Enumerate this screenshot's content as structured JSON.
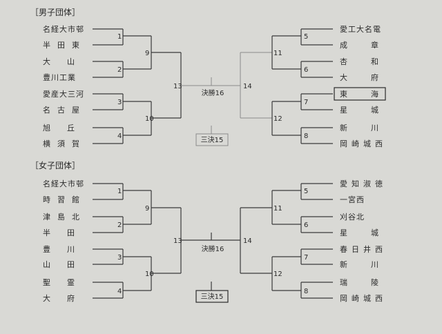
{
  "sections": [
    {
      "title": "［男子団体］",
      "left_teams": [
        "名経大市邨",
        "半田東",
        "大山",
        "豊川工業",
        "愛産大三河",
        "名古屋",
        "旭丘",
        "横須賀"
      ],
      "right_teams": [
        "愛工大名電",
        "成章",
        "杏和",
        "大府",
        "東海",
        "星城",
        "新川",
        "岡崎城西"
      ],
      "left_r1": [
        "1",
        "2",
        "3",
        "4"
      ],
      "right_r1": [
        "5",
        "6",
        "7",
        "8"
      ],
      "left_r2": [
        "9",
        "10"
      ],
      "right_r2": [
        "11",
        "12"
      ],
      "left_semi": "13",
      "right_semi": "14",
      "final": "決勝16",
      "third": "三決15",
      "highlight_right_index": 4,
      "faint": true
    },
    {
      "title": "［女子団体］",
      "left_teams": [
        "名経大市邨",
        "時習館",
        "津島北",
        "半田",
        "豊川",
        "山田",
        "聖霊",
        "大府"
      ],
      "right_teams": [
        "愛知淑徳",
        "一宮西",
        "刈谷北",
        "星城",
        "春日井西",
        "新川",
        "瑞陵",
        "岡崎城西"
      ],
      "left_r1": [
        "1",
        "2",
        "3",
        "4"
      ],
      "right_r1": [
        "5",
        "6",
        "7",
        "8"
      ],
      "left_r2": [
        "9",
        "10"
      ],
      "right_r2": [
        "11",
        "12"
      ],
      "left_semi": "13",
      "right_semi": "14",
      "final": "決勝16",
      "third": "三決15",
      "highlight_right_index": -1,
      "faint": false
    }
  ]
}
